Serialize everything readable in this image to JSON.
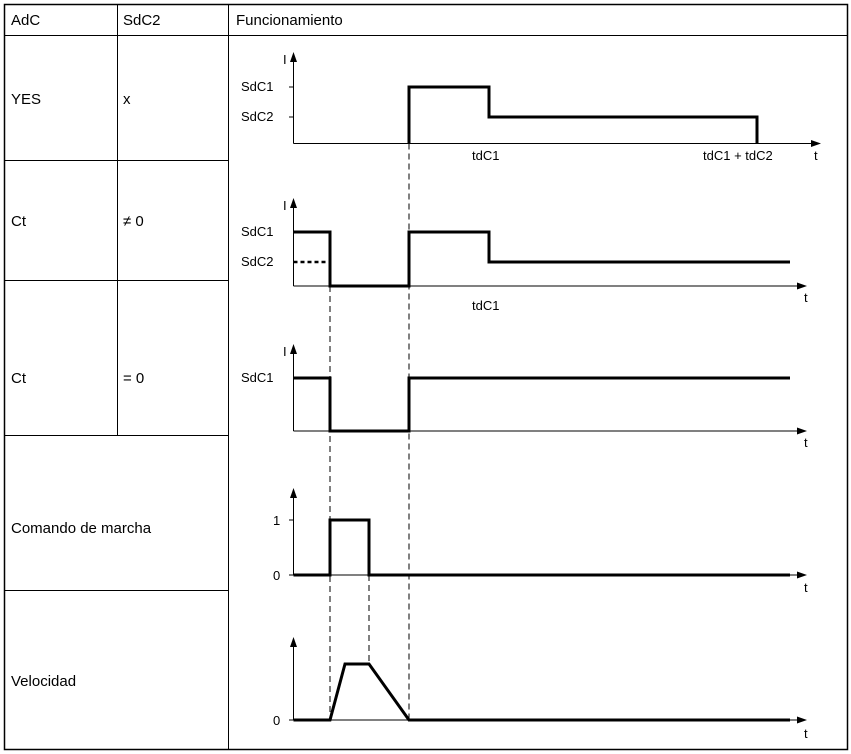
{
  "header": {
    "col1": "AdC",
    "col2": "SdC2",
    "col3": "Funcionamiento"
  },
  "rows": [
    {
      "adc": "YES",
      "sdc2": "x"
    },
    {
      "adc": "Ct",
      "sdc2": "≠ 0"
    },
    {
      "adc": "Ct",
      "sdc2": "= 0"
    },
    {
      "label": "Comando de marcha"
    },
    {
      "label": "Velocidad"
    }
  ],
  "diagram": {
    "axis_i": "I",
    "axis_t": "t",
    "plot1": {
      "y_labels": [
        "SdC1",
        "SdC2"
      ],
      "x_labels": [
        "tdC1",
        "tdC1 + tdC2"
      ]
    },
    "plot2": {
      "y_labels": [
        "SdC1",
        "SdC2"
      ],
      "x_labels": [
        "tdC1"
      ]
    },
    "plot3": {
      "y_labels": [
        "SdC1"
      ]
    },
    "plot4": {
      "y_labels": [
        "1",
        "0"
      ]
    },
    "plot5": {
      "y_labels": [
        "0"
      ]
    }
  }
}
